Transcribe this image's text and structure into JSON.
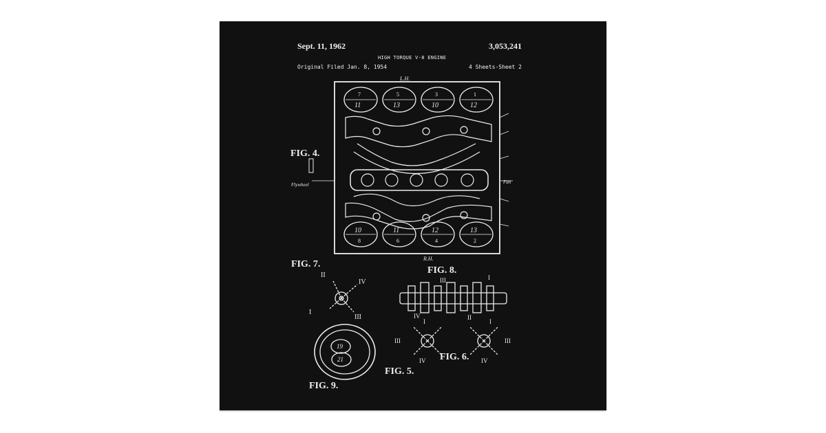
{
  "patent": {
    "date": "Sept. 11, 1962",
    "number": "3,053,241",
    "title": "HIGH TORQUE V-8 ENGINE",
    "filed": "Original Filed Jan. 8, 1954",
    "sheets": "4 Sheets-Sheet 2"
  },
  "figure_labels": {
    "fig4": "FIG. 4.",
    "fig5": "FIG. 5.",
    "fig6": "FIG. 6.",
    "fig7": "FIG. 7.",
    "fig8": "FIG. 8.",
    "fig9": "FIG. 9."
  },
  "annotations": {
    "lh": "L.H.",
    "rh": "R.H.",
    "fan": "Fan",
    "flywheel": "Flywheel"
  },
  "cylinders_top": [
    {
      "a": "7",
      "b": "11"
    },
    {
      "a": "5",
      "b": "13"
    },
    {
      "a": "3",
      "b": "10"
    },
    {
      "a": "1",
      "b": "12"
    }
  ],
  "cylinders_bottom": [
    {
      "a": "10",
      "b": "8"
    },
    {
      "a": "11",
      "b": "6"
    },
    {
      "a": "12",
      "b": "4"
    },
    {
      "a": "13",
      "b": "2"
    }
  ],
  "roman": {
    "i": "I",
    "ii": "II",
    "iii": "III",
    "iv": "IV"
  },
  "circle_numbers": {
    "top": "19",
    "bottom": "21"
  },
  "colors": {
    "ink": "#eeeeee",
    "paper": "#111111",
    "background": "#ffffff"
  }
}
